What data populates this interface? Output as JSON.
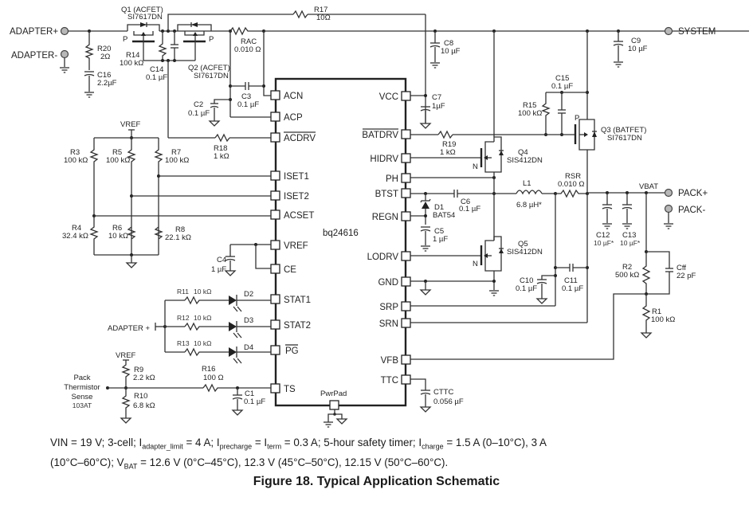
{
  "figure": {
    "title": "Figure 18.  Typical Application Schematic",
    "ic": {
      "name": "bq24616",
      "pins_left": [
        "ACN",
        "ACP",
        "ACDRV",
        "ISET1",
        "ISET2",
        "ACSET",
        "VREF",
        "CE",
        "STAT1",
        "STAT2",
        "PG",
        "TS"
      ],
      "pins_right": [
        "VCC",
        "BATDRV",
        "HIDRV",
        "PH",
        "BTST",
        "REGN",
        "LODRV",
        "GND",
        "SRP",
        "SRN",
        "VFB",
        "TTC"
      ],
      "pin_bottom": "PwrPad",
      "overbar_pins": [
        "ACDRV",
        "BATDRV",
        "PG"
      ]
    },
    "terminals": {
      "adapter_pos": "ADAPTER+",
      "adapter_neg": "ADAPTER-",
      "system": "SYSTEM",
      "pack_pos": "PACK+",
      "pack_neg": "PACK-",
      "adapter_plus_led": "ADAPTER +",
      "vbat": "VBAT",
      "vref_top": "VREF",
      "vref_therm": "VREF",
      "thermistor": [
        "Pack",
        "Thermistor",
        "Sense",
        "103AT"
      ]
    },
    "components": {
      "Q1": {
        "ref": "Q1 (ACFET)",
        "part": "SI7617DN",
        "type": "P"
      },
      "Q2": {
        "ref": "Q2 (ACFET)",
        "part": "SI7617DN",
        "type": "P"
      },
      "Q3": {
        "ref": "Q3 (BATFET)",
        "part": "SI7617DN",
        "type": "P"
      },
      "Q4": {
        "ref": "Q4",
        "part": "SIS412DN",
        "type": "N"
      },
      "Q5": {
        "ref": "Q5",
        "part": "SIS412DN",
        "type": "N"
      },
      "R1": {
        "ref": "R1",
        "value": "100 kΩ"
      },
      "R2": {
        "ref": "R2",
        "value": "500 kΩ"
      },
      "R3": {
        "ref": "R3",
        "value": "100 kΩ"
      },
      "R4": {
        "ref": "R4",
        "value": "32.4 kΩ"
      },
      "R5": {
        "ref": "R5",
        "value": "100 kΩ"
      },
      "R6": {
        "ref": "R6",
        "value": "10 kΩ"
      },
      "R7": {
        "ref": "R7",
        "value": "100 kΩ"
      },
      "R8": {
        "ref": "R8",
        "value": "22.1 kΩ"
      },
      "R9": {
        "ref": "R9",
        "value": "2.2 kΩ"
      },
      "R10": {
        "ref": "R10",
        "value": "6.8 kΩ"
      },
      "R11": {
        "ref": "R11",
        "value": "10 kΩ"
      },
      "R12": {
        "ref": "R12",
        "value": "10 kΩ"
      },
      "R13": {
        "ref": "R13",
        "value": "10 kΩ"
      },
      "R14": {
        "ref": "R14",
        "value": "100 kΩ"
      },
      "R15": {
        "ref": "R15",
        "value": "100 kΩ"
      },
      "R16": {
        "ref": "R16",
        "value": "100 Ω"
      },
      "R17": {
        "ref": "R17",
        "value": "10Ω"
      },
      "R18": {
        "ref": "R18",
        "value": "1 kΩ"
      },
      "R19": {
        "ref": "R19",
        "value": "1 kΩ"
      },
      "R20": {
        "ref": "R20",
        "value": "2Ω"
      },
      "RAC": {
        "ref": "RAC",
        "value": "0.010 Ω"
      },
      "RSR": {
        "ref": "RSR",
        "value": "0.010 Ω"
      },
      "C1": {
        "ref": "C1",
        "value": "0.1 µF"
      },
      "C2": {
        "ref": "C2",
        "value": "0.1 µF"
      },
      "C3": {
        "ref": "C3",
        "value": "0.1 µF"
      },
      "C4": {
        "ref": "C4",
        "value": "1 µF"
      },
      "C5": {
        "ref": "C5",
        "value": "1 µF"
      },
      "C6": {
        "ref": "C6",
        "value": "0.1 µF"
      },
      "C7": {
        "ref": "C7",
        "value": "1µF"
      },
      "C8": {
        "ref": "C8",
        "value": "10 µF"
      },
      "C9": {
        "ref": "C9",
        "value": "10 µF"
      },
      "C10": {
        "ref": "C10",
        "value": "0.1 µF"
      },
      "C11": {
        "ref": "C11",
        "value": "0.1 µF"
      },
      "C12": {
        "ref": "C12",
        "value": "10 µF*"
      },
      "C13": {
        "ref": "C13",
        "value": "10 µF*"
      },
      "C14": {
        "ref": "C14",
        "value": "0.1 µF"
      },
      "C15": {
        "ref": "C15",
        "value": "0.1 µF"
      },
      "C16": {
        "ref": "C16",
        "value": "2.2µF"
      },
      "Cff": {
        "ref": "Cff",
        "value": "22 pF"
      },
      "CTTC": {
        "ref": "CTTC",
        "value": "0.056 µF"
      },
      "L1": {
        "ref": "L1",
        "value": "6.8 µH*"
      },
      "D1": {
        "ref": "D1",
        "part": "BAT54"
      },
      "D2": {
        "ref": "D2"
      },
      "D3": {
        "ref": "D3"
      },
      "D4": {
        "ref": "D4"
      }
    },
    "caption": {
      "line1_parts": [
        "VIN = 19 V; 3-cell; I",
        "adapter_limit",
        " = 4 A; I",
        "precharge",
        " = I",
        "term",
        " = 0.3 A; 5-hour safety timer; I",
        "charge",
        " = 1.5 A (0–10°C), 3 A"
      ],
      "line2_parts": [
        "(10°C–60°C); V",
        "BAT",
        " = 12.6 V (0°C–45°C), 12.3 V (45°C–50°C), 12.15 V (50°C–60°C)."
      ]
    }
  }
}
